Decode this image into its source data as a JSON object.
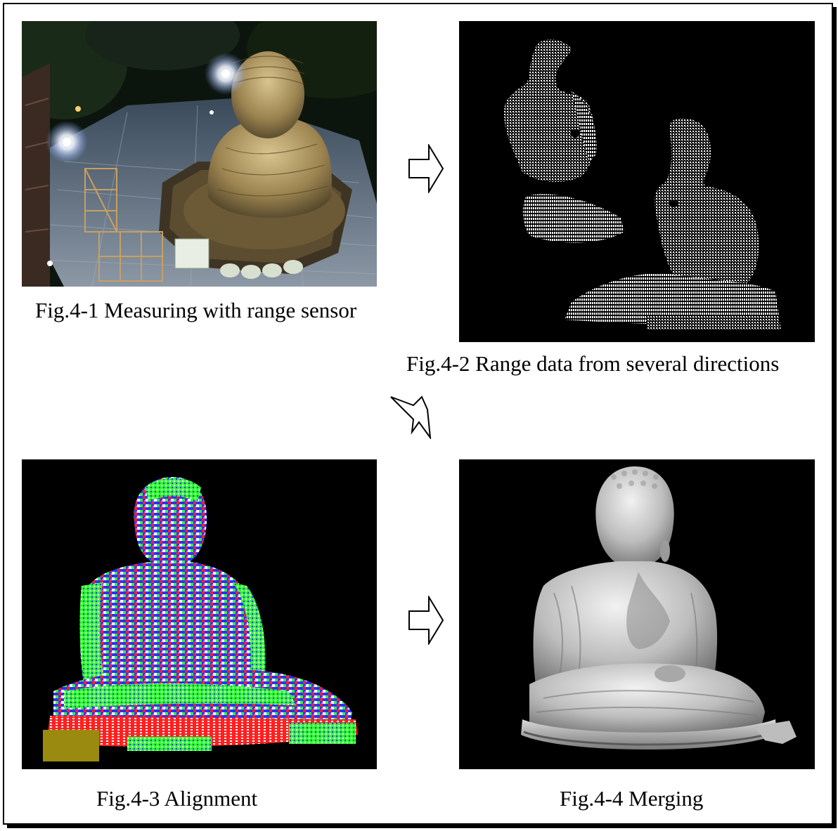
{
  "figures": [
    {
      "id": "4-1",
      "caption": "Fig.4-1 Measuring with range sensor",
      "subject": "night-photo-statue-scaffold"
    },
    {
      "id": "4-2",
      "caption": "Fig.4-2 Range data from several directions",
      "subject": "white-point-cloud-scans"
    },
    {
      "id": "4-3",
      "caption": "Fig.4-3 Alignment",
      "subject": "multicolor-aligned-point-cloud"
    },
    {
      "id": "4-4",
      "caption": "Fig.4-4 Merging",
      "subject": "gray-merged-mesh"
    }
  ],
  "arrows": [
    "right-arrow",
    "down-left-arrow",
    "right-arrow"
  ],
  "colors": {
    "background": "#000000",
    "statue_gold": "#a8925a",
    "point_white": "#ffffff",
    "align_red": "#ff2020",
    "align_green": "#30ff30",
    "align_blue": "#3030ff",
    "mesh_gray": "#c8c8c8"
  }
}
